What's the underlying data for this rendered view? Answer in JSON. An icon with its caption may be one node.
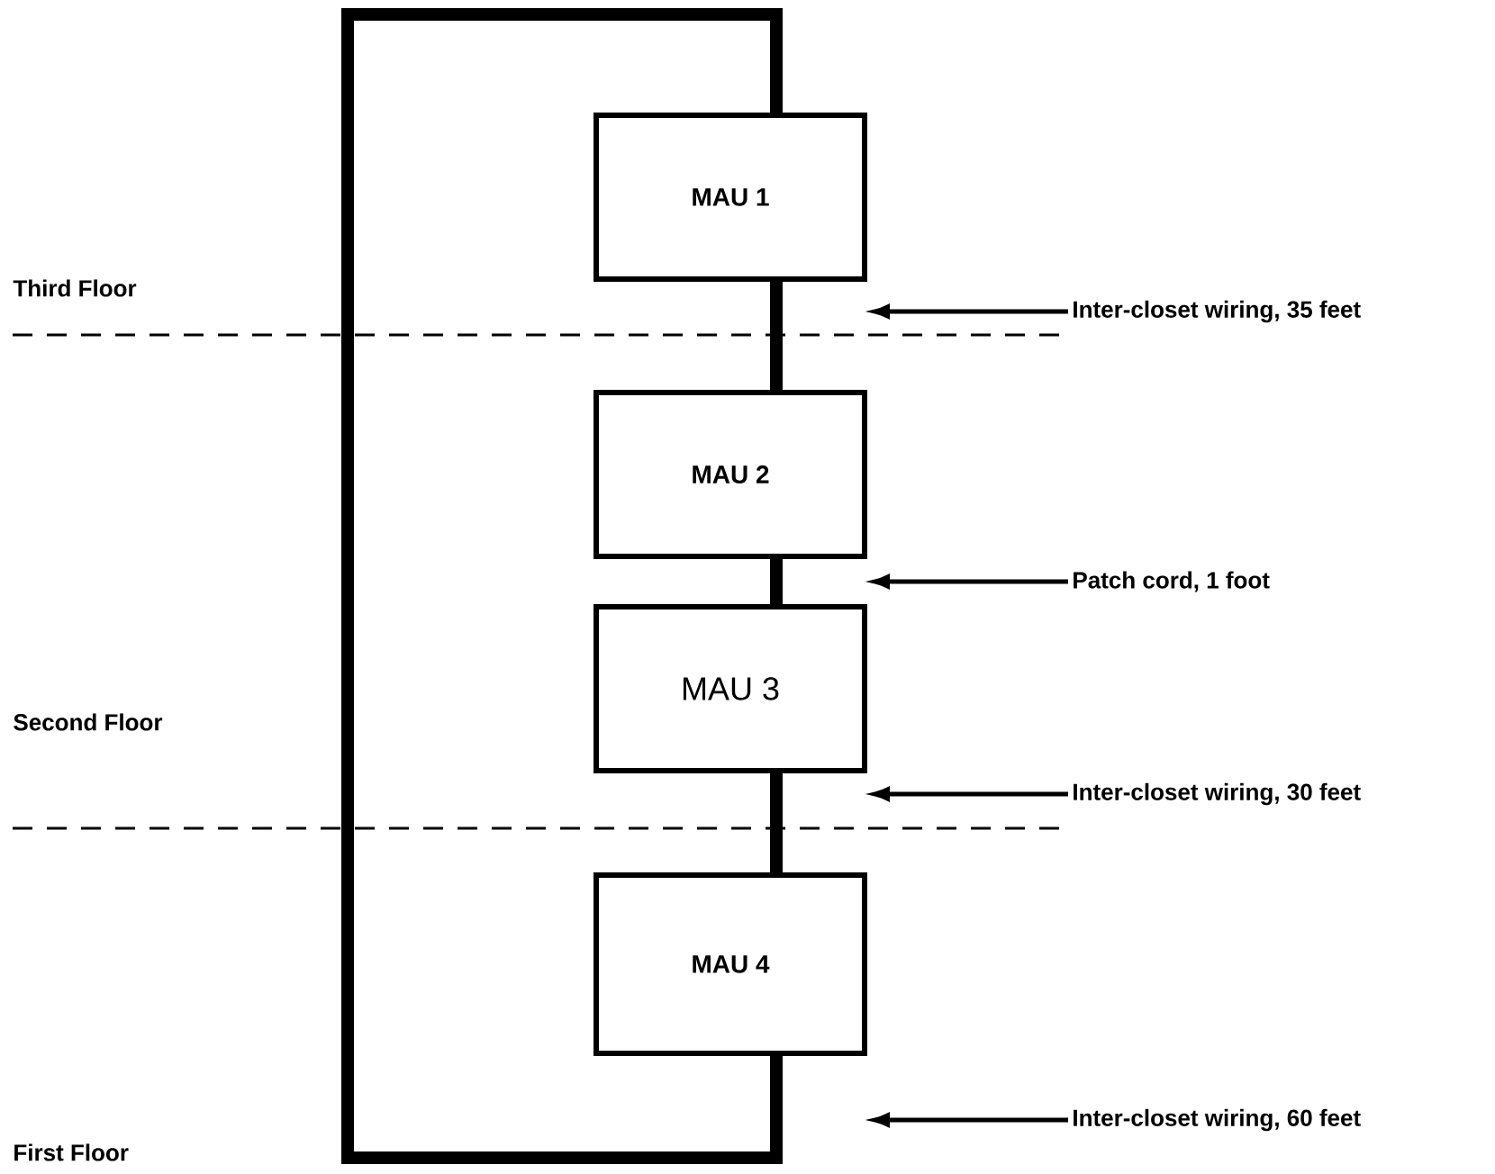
{
  "diagram": {
    "nodes": [
      {
        "text": [
          "MAU 1"
        ]
      },
      {
        "text": [
          "MAU 2"
        ]
      },
      {
        "text": [
          "MAU 3"
        ]
      },
      {
        "text": [
          "MAU 4"
        ]
      },
      {
        "text": [
          "Inter-closet wiring, 35 feet"
        ]
      },
      {
        "text": [
          "Patch cord, 1 foot"
        ]
      },
      {
        "text": [
          "Inter-closet wiring, 30 feet"
        ]
      },
      {
        "text": [
          "Inter-closet wiring, 60 feet"
        ]
      }
    ],
    "edges": [
      {
        "from": 0,
        "to": 1,
        "arrow": "none",
        "style": "thick"
      },
      {
        "from": 1,
        "to": 2,
        "arrow": "none",
        "style": "thick"
      },
      {
        "from": 2,
        "to": 3,
        "arrow": "none",
        "style": "thick"
      },
      {
        "from": 3,
        "to": 0,
        "arrow": "none",
        "style": "thick"
      },
      {
        "from": 4,
        "to": null,
        "arrow": "to"
      },
      {
        "from": 5,
        "to": null,
        "arrow": "to"
      },
      {
        "from": 6,
        "to": null,
        "arrow": "to"
      },
      {
        "from": 7,
        "to": null,
        "arrow": "to"
      }
    ],
    "labels": [
      "Third Floor",
      "Second Floor",
      "First Floor"
    ]
  }
}
